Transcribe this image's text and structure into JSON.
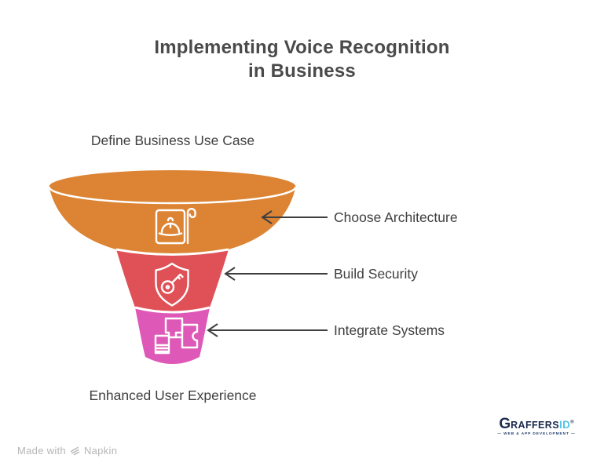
{
  "title": {
    "line1": "Implementing Voice Recognition",
    "line2": "in Business"
  },
  "funnel": {
    "top_label": "Define Business Use Case",
    "bottom_label": "Enhanced User Experience",
    "stages": [
      {
        "label": "Choose Architecture",
        "color": "#DC8434",
        "icon": "blueprint-hardhat-icon"
      },
      {
        "label": "Build Security",
        "color": "#E05157",
        "icon": "shield-key-icon"
      },
      {
        "label": "Integrate Systems",
        "color": "#DE59B7",
        "icon": "system-blocks-icon"
      }
    ]
  },
  "footer": {
    "made_with": "Made with",
    "napkin": "Napkin",
    "logo": {
      "g": "G",
      "raffers": "RAFFERS",
      "id": "ID",
      "registered": "®",
      "tagline": "— WEB & APP DEVELOPMENT —"
    }
  },
  "colors": {
    "stage_orange": "#DC8434",
    "stage_red": "#E05157",
    "stage_pink": "#DE59B7",
    "arrow": "#3F3F3F",
    "text": "#3F3F3F",
    "muted": "#B5B5B5",
    "logo_navy": "#1C2B4E",
    "logo_cyan": "#53C3E8"
  }
}
